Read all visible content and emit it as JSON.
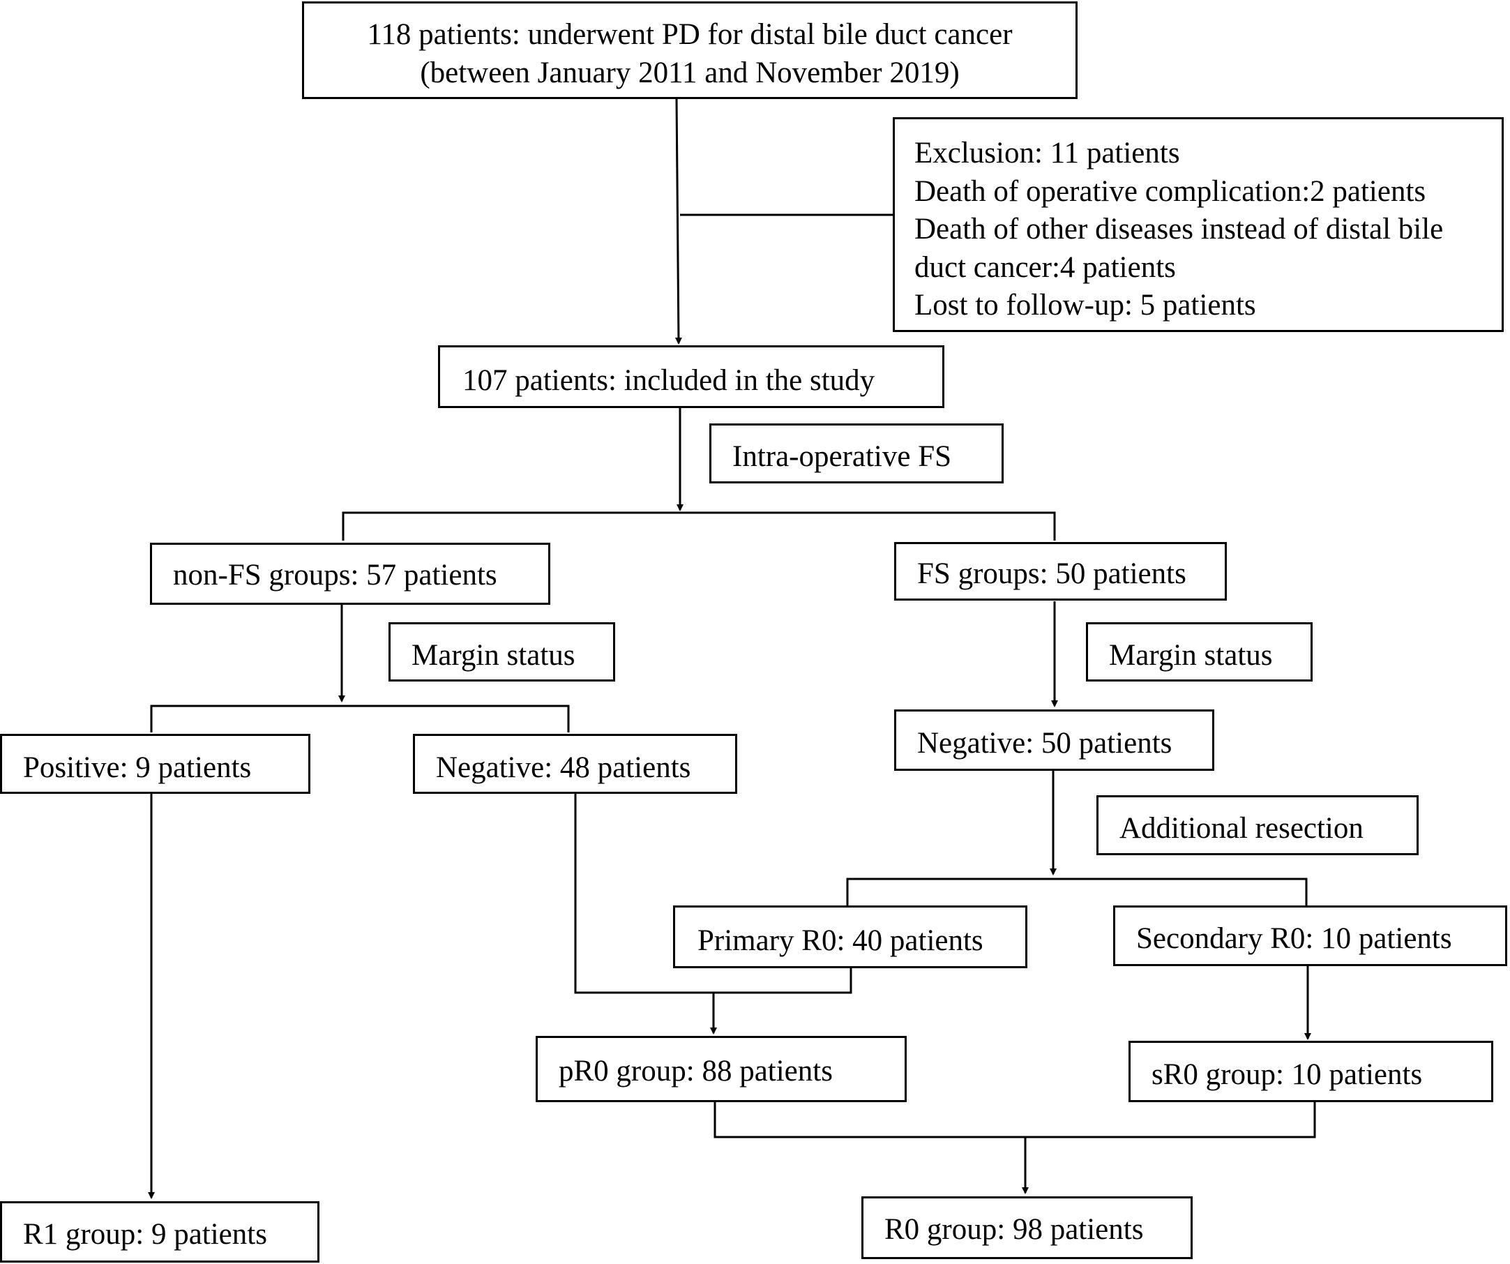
{
  "nodes": {
    "start": {
      "line1": "118 patients: underwent PD for distal bile duct cancer",
      "line2": "(between January 2011 and November 2019)"
    },
    "exclusion": {
      "line1": "Exclusion: 11 patients",
      "line2": "Death of operative complication:2 patients",
      "line3": "Death of other diseases instead of distal bile",
      "line4": "duct cancer:4 patients",
      "line5": "Lost to follow-up: 5 patients"
    },
    "included": "107 patients: included in the study",
    "intraop_fs": "Intra-operative FS",
    "non_fs": "non-FS groups: 57 patients",
    "fs": "FS groups: 50 patients",
    "margin_left": "Margin status",
    "margin_right": "Margin status",
    "positive": "Positive: 9 patients",
    "negative_left": "Negative: 48 patients",
    "negative_right": "Negative: 50 patients",
    "additional_resection": "Additional resection",
    "primary_r0": "Primary R0: 40 patients",
    "secondary_r0": "Secondary R0: 10 patients",
    "pr0": "pR0 group: 88 patients",
    "sr0": "sR0 group: 10 patients",
    "r1": "R1 group: 9 patients",
    "r0": "R0 group: 98 patients"
  }
}
